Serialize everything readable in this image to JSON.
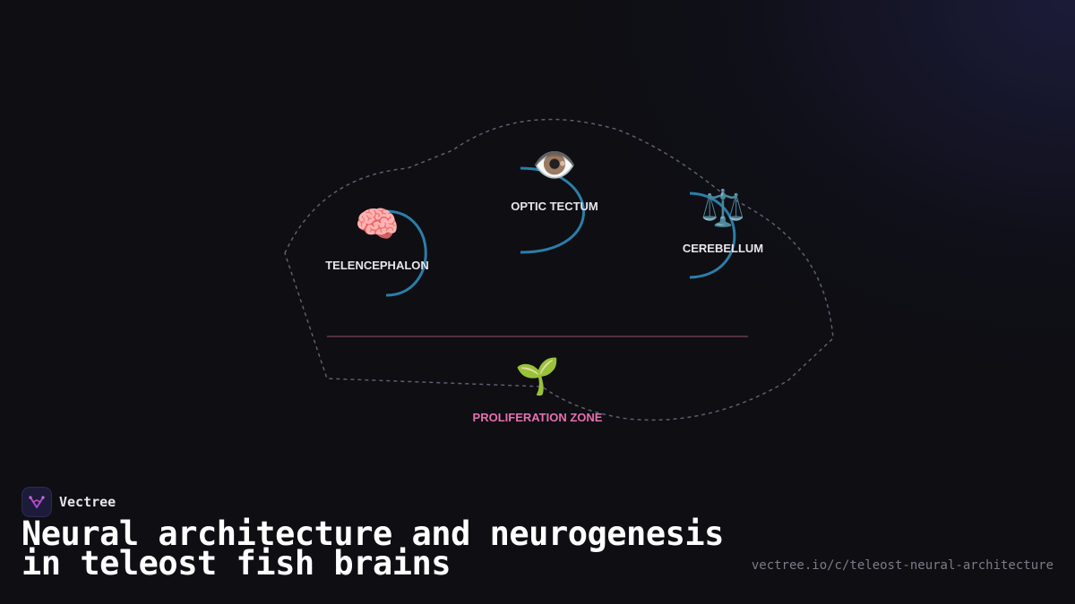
{
  "diagram": {
    "nodes": [
      {
        "id": "telencephalon",
        "label": "TELENCEPHALON",
        "icon": "🧠",
        "icon_name": "brain-icon"
      },
      {
        "id": "optic-tectum",
        "label": "OPTIC TECTUM",
        "icon": "👁️",
        "icon_name": "eye-icon"
      },
      {
        "id": "cerebellum",
        "label": "CEREBELLUM",
        "icon": "⚖️",
        "icon_name": "balance-scale-icon"
      },
      {
        "id": "proliferation-zone",
        "label": "PROLIFERATION ZONE",
        "icon": "🌱",
        "icon_name": "seedling-icon"
      }
    ],
    "colors": {
      "arc": "#2b7ea8",
      "outline": "#5b6070",
      "divider": "#6b3a4e",
      "highlight_label": "#e86fb0"
    }
  },
  "brand": {
    "name": "Vectree",
    "logo_icon": "vectree-logo-icon"
  },
  "title": "Neural architecture and neurogenesis in teleost fish brains",
  "url": "vectree.io/c/teleost-neural-architecture"
}
